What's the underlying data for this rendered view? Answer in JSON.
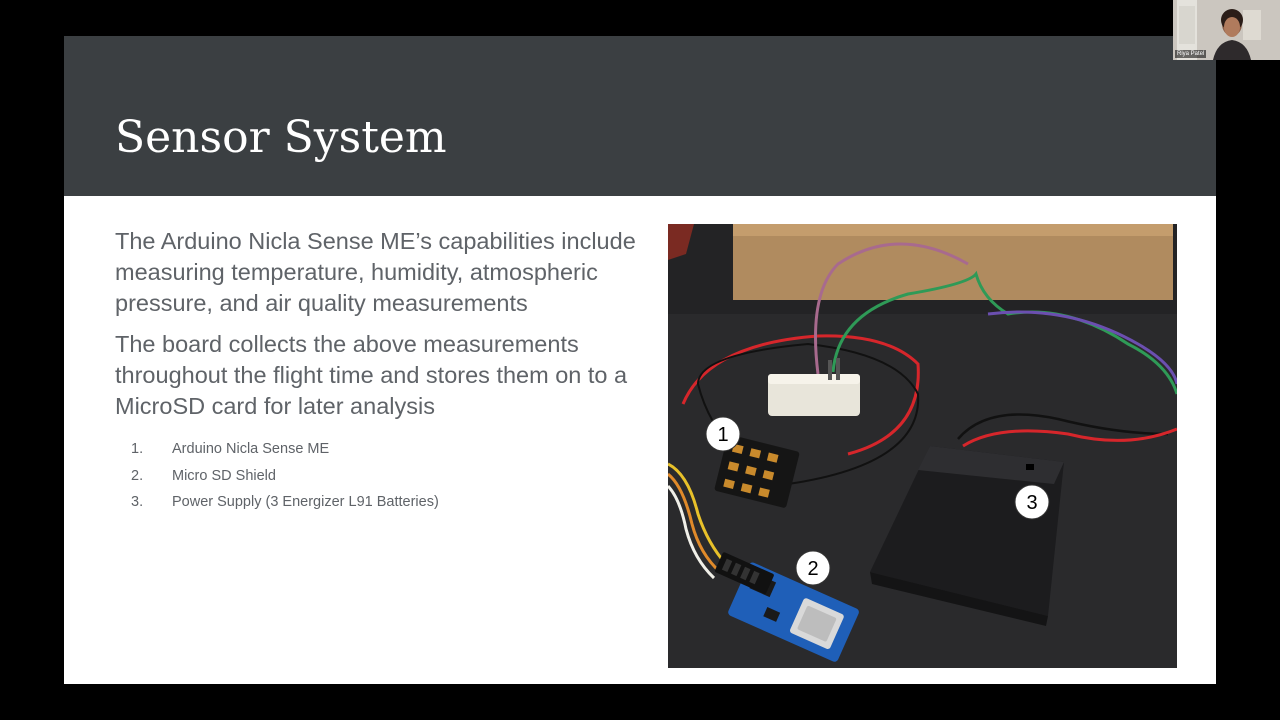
{
  "slide": {
    "title": "Sensor System",
    "paragraphs": [
      "The Arduino Nicla Sense ME’s capabilities include measuring temperature, humidity, atmospheric pressure, and air quality measurements",
      "The board collects the above measurements throughout the flight time and stores them on to a MicroSD card for later analysis"
    ],
    "list": [
      {
        "number": "1.",
        "text": "Arduino Nicla Sense ME"
      },
      {
        "number": "2.",
        "text": "Micro SD Shield"
      },
      {
        "number": "3.",
        "text": "Power Supply (3 Energizer L91 Batteries)"
      }
    ],
    "photo": {
      "markers": [
        "1",
        "2",
        "3"
      ]
    }
  },
  "webcam": {
    "name": "Riya Patel"
  },
  "colors": {
    "header": "#3b3f42",
    "body_text": "#5f6368",
    "background": "#000000"
  }
}
